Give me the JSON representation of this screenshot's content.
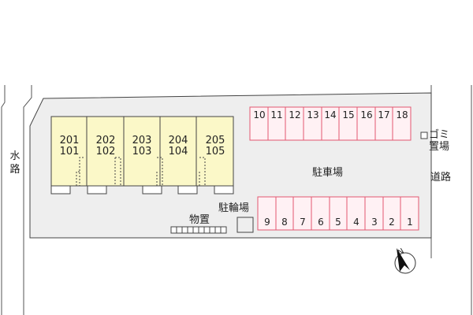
{
  "labels": {
    "waterway": "水路",
    "road": "道路",
    "parking": "駐車場",
    "bicycle_parking": "駐輪場",
    "storage": "物置",
    "garbage_line1": "ゴミ",
    "garbage_line2": "置場"
  },
  "units": [
    {
      "upper": "201",
      "lower": "101"
    },
    {
      "upper": "202",
      "lower": "102"
    },
    {
      "upper": "203",
      "lower": "103"
    },
    {
      "upper": "204",
      "lower": "104"
    },
    {
      "upper": "205",
      "lower": "105"
    }
  ],
  "parking_top": [
    "10",
    "11",
    "12",
    "13",
    "14",
    "15",
    "16",
    "17",
    "18"
  ],
  "parking_bottom": [
    "9",
    "8",
    "7",
    "6",
    "5",
    "4",
    "3",
    "2",
    "1"
  ],
  "compass": {
    "north_label": "N"
  },
  "colors": {
    "building_fill": "#fbf8c8",
    "site_fill": "#eeeeee",
    "parking_fill": "#fff1f4",
    "parking_border": "#e35870",
    "line": "#444444"
  }
}
